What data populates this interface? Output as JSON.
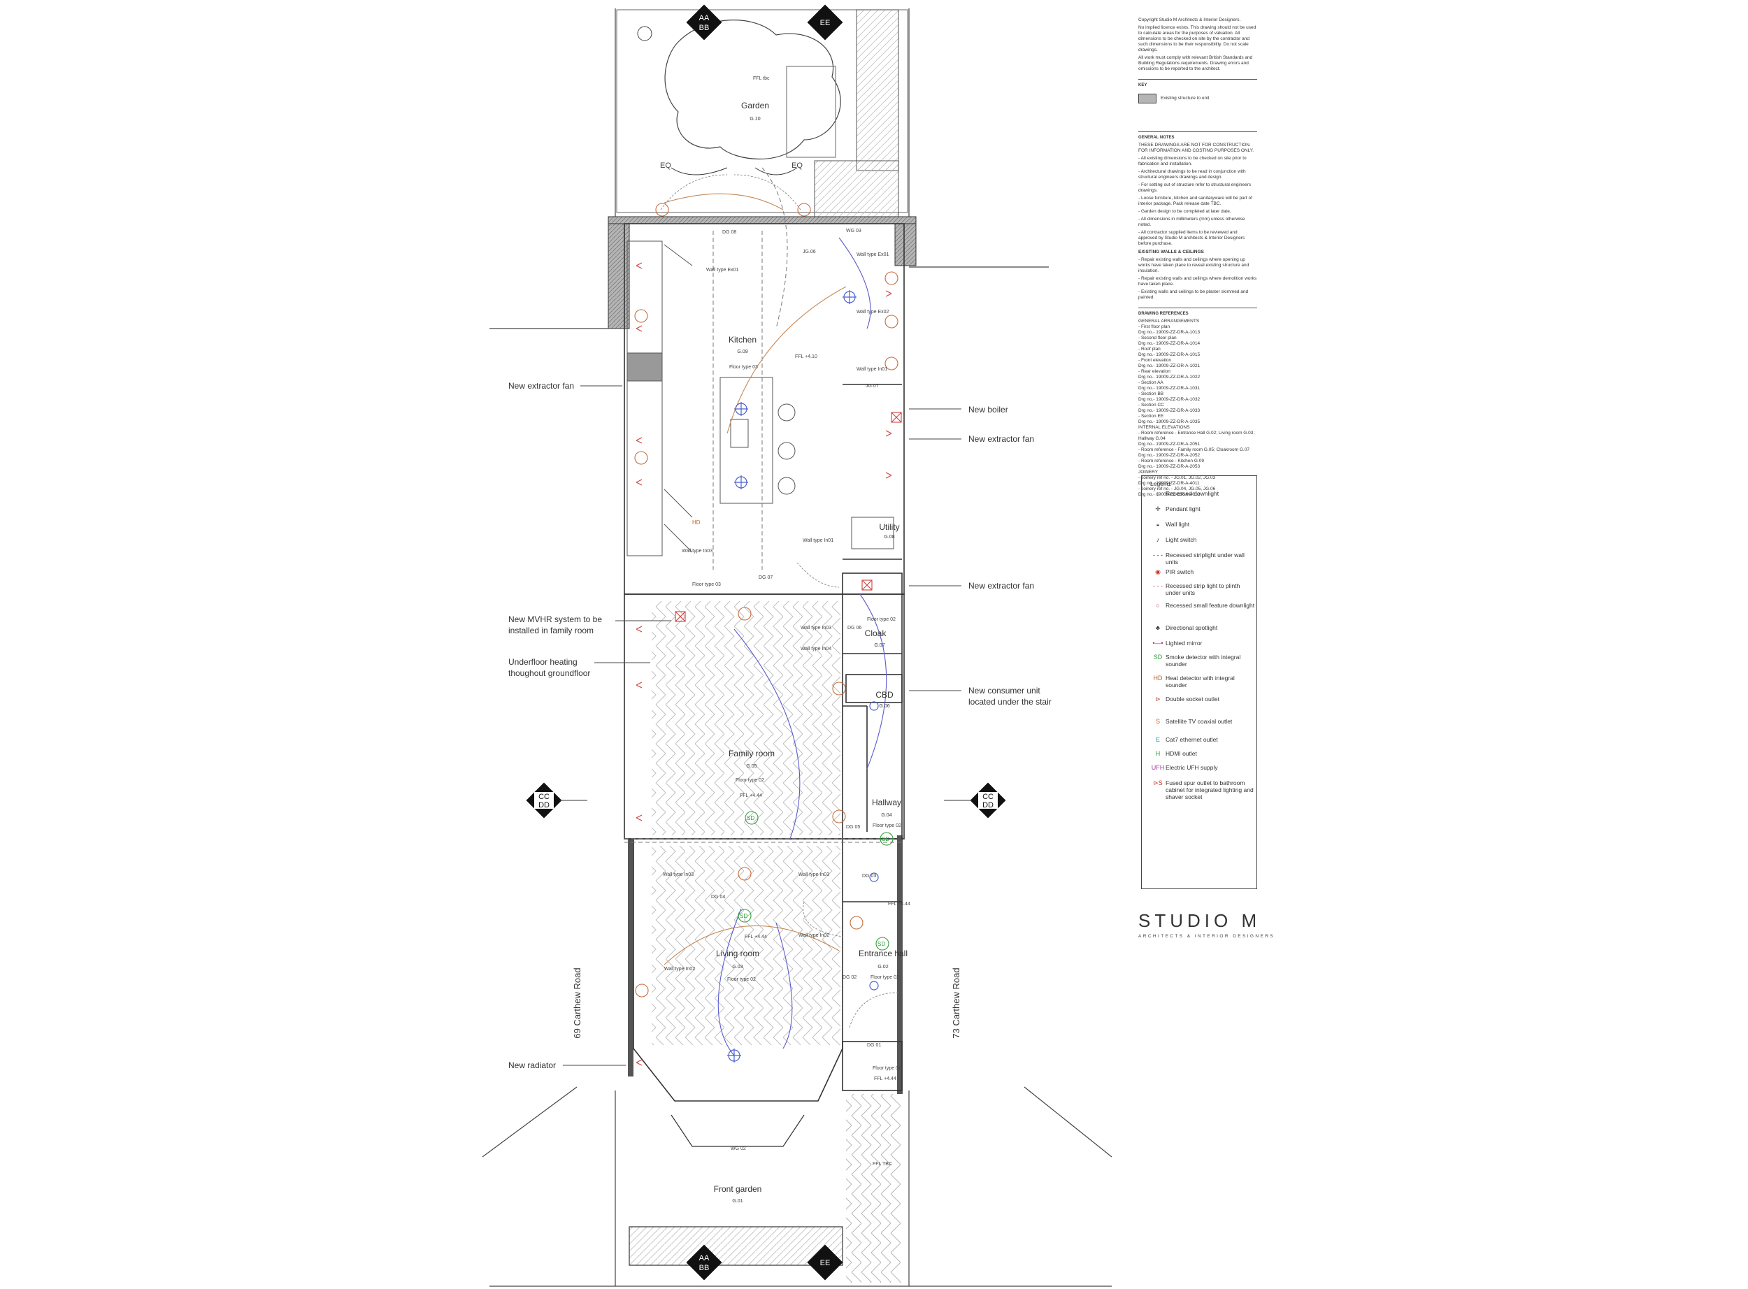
{
  "panel": {
    "copyright": [
      "Copyright Studio M Architects & Interior Designers.",
      "No implied licence exists. This drawing should not be used to calculate areas for the purposes of valuation. All dimensions to be checked on site by the contractor and such dimensions to be their responsibility. Do not scale drawings.",
      "All work must comply with relevant British Standards and Building Regulations requirements. Drawing errors and omissions to be reported to the architect."
    ],
    "key_heading": "KEY",
    "key_item": "Existing structure to unit",
    "notes_heading": "GENERAL NOTES",
    "notes": [
      "THESE DRAWINGS ARE NOT FOR CONSTRUCTION. FOR INFORMATION AND COSTING PURPOSES ONLY.",
      "- All existing dimensions to be checked on site prior to fabrication and installation.",
      "- Architectural drawings to be read in conjunction with structural engineers drawings and design.",
      "- For setting out of structure refer to structural engineers drawings.",
      "- Loose furniture, kitchen and sanitaryware will be part of interior package. Pack release date TBC.",
      "- Garden design to be completed at later date.",
      "- All dimensions in millimeters (mm) unless otherwise noted.",
      "- All contractor supplied items to be reviewed and approved by Studio M architects & Interior Designers before purchase."
    ],
    "walls_heading": "EXISTING WALLS & CEILINGS",
    "walls_notes": [
      "- Repair existing walls and ceilings where opening up works have taken place to reveal existing structure and insulation.",
      "- Repair existing walls and ceilings where demolition works have taken place.",
      "- Existing walls and ceilings to be plaster skimmed and painted."
    ],
    "refs_heading": "DRAWING REFERENCES",
    "refs": [
      "GENERAL ARRANGEMENTS",
      "- First floor plan",
      "Drg no.- 19009-ZZ-DR-A-1013",
      "- Second floor plan",
      "Drg no.- 19009-ZZ-DR-A-1014",
      "- Roof plan",
      "Drg no.- 19009-ZZ-DR-A-1015",
      "- Front elevation",
      "Drg no.- 19009-ZZ-DR-A-1021",
      "- Rear elevation",
      "Drg no.- 19009-ZZ-DR-A-1022",
      "- Section AA",
      "Drg no.- 19009-ZZ-DR-A-1031",
      "- Section BB",
      "Drg no.- 19009-ZZ-DR-A-1032",
      "- Section CC",
      "Drg no.- 19009-ZZ-DR-A-1033",
      "- Section EE",
      "Drg no.- 19009-ZZ-DR-A-1035",
      "INTERNAL ELEVATIONS",
      "- Room reference - Entrance Hall G.02; Living room G.03; Hallway G.04",
      "Drg no.- 19009-ZZ-DR-A-2051",
      "- Room reference - Family room G.05; Cloakroom G.07",
      "Drg no.- 19009-ZZ-DR-A-2052",
      "- Room reference - Kitchen G.09",
      "Drg no.- 19009-ZZ-DR-A-2053",
      "JOINERY",
      "- Joinery ref no. - JG.01, JG.02, JG.03",
      "Drg no.- 19009-ZZ-DR-A-4011",
      "- Joinery ref no. - JG.04, JG.05, JG.06",
      "Drg no.- 19009-ZZ-DR-A-4012"
    ]
  },
  "legend": {
    "title": "Legend:",
    "items": [
      {
        "sym": "○",
        "label": "Recessed downlight",
        "color": "#333333"
      },
      {
        "sym": "✛",
        "label": "Pendant light",
        "color": "#333333"
      },
      {
        "sym": "◒",
        "label": "Wall light",
        "color": "#333333"
      },
      {
        "sym": "♪",
        "label": "Light switch",
        "color": "#333333"
      },
      {
        "sym": "- - -",
        "label": "Recessed striplight under wall units",
        "color": "#333333"
      },
      {
        "sym": "◉",
        "label": "PIR switch",
        "color": "#c0392b"
      },
      {
        "sym": "- - -",
        "label": "Recessed strip light to plinth under units",
        "color": "#c0307a"
      },
      {
        "sym": "○",
        "label": "Recessed small feature downlight",
        "color": "#c0307a"
      },
      {
        "sym": "♣",
        "label": "Directional spotlight",
        "color": "#333333"
      },
      {
        "sym": "•—•",
        "label": "Lighted mirror",
        "color": "#b03070"
      },
      {
        "sym": "SD",
        "label": "Smoke detector with integral sounder",
        "color": "#2e9e3a"
      },
      {
        "sym": "HD",
        "label": "Heat detector with integral sounder",
        "color": "#c0652b"
      },
      {
        "sym": "⊳",
        "label": "Double socket outlet",
        "color": "#c0392b"
      },
      {
        "sym": "S",
        "label": "Satellite TV coaxial outlet",
        "color": "#c0652b"
      },
      {
        "sym": "E",
        "label": "Cat7 ethernet outlet",
        "color": "#2aa0c0"
      },
      {
        "sym": "H",
        "label": "HDMI outlet",
        "color": "#2e9e3a"
      },
      {
        "sym": "UFH",
        "label": "Electric UFH supply",
        "color": "#a040a0"
      },
      {
        "sym": "⊳S",
        "label": "Fused spur outlet to bathroom cabinet for integrated lighting and shaver socket",
        "color": "#c0392b"
      }
    ]
  },
  "brand": {
    "name": "STUDIO M",
    "sub": "ARCHITECTS & INTERIOR DESIGNERS"
  },
  "plan": {
    "rooms": [
      {
        "name": "Garden",
        "tag": "G.10"
      },
      {
        "name": "Kitchen",
        "tag": "G.09"
      },
      {
        "name": "Utility",
        "tag": "G.08"
      },
      {
        "name": "Cloak",
        "tag": "G.07"
      },
      {
        "name": "CBD",
        "tag": "G.06"
      },
      {
        "name": "Family room",
        "tag": "G.05"
      },
      {
        "name": "Hallway",
        "tag": "G.04"
      },
      {
        "name": "Living room",
        "tag": "G.03"
      },
      {
        "name": "Entrance hall",
        "tag": "G.02"
      },
      {
        "name": "Front garden",
        "tag": "G.01"
      }
    ],
    "callouts": [
      "New  extractor fan",
      "New  boiler",
      "New  extractor fan",
      "New  extractor fan",
      "New  MVHR  system  to  be",
      "installed  in  family room",
      "Underfloor heating",
      "thoughout groundfloor",
      "New  consumer unit",
      "located  under  the  stair",
      "New  radiator"
    ],
    "roads": [
      "69  Carthew  Road",
      "73  Carthew  Road"
    ],
    "section_marks": [
      "AA",
      "BB",
      "EE",
      "CC",
      "DD"
    ],
    "tags": {
      "wall_types": [
        "Wall type  Ex01",
        "Wall type  Ex01",
        "Wall type  Ex02",
        "Wall type  In01",
        "Wall type  In03",
        "Wall type  In01",
        "Wall type  In03",
        "Wall type  In04",
        "Wall type  In03",
        "Wall type  In03",
        "Wall type  In02",
        "Wall type  In02"
      ],
      "floor_types": [
        "Floor type  03",
        "Floor type  03",
        "Floor type  02",
        "Floor type  02",
        "Floor type  02",
        "Floor type  02",
        "Floor type  02",
        "Floor type  01"
      ],
      "ffl": [
        "FFL  tbc",
        "FFL  +4.10",
        "FFL  +4.44",
        "FFL  +4.44",
        "FFL  +4.44",
        "FFL  +4.44",
        "FFL  TBC"
      ],
      "misc": [
        "DG 08",
        "WG 03",
        "JG.06",
        "JG.07",
        "DG 07",
        "DG 06",
        "DG 05",
        "DG 04",
        "DG 03",
        "DG 02",
        "DG 01",
        "WG 02",
        "EQ",
        "EQ",
        "SD",
        "SD",
        "SD",
        "SD",
        "HD"
      ]
    }
  }
}
